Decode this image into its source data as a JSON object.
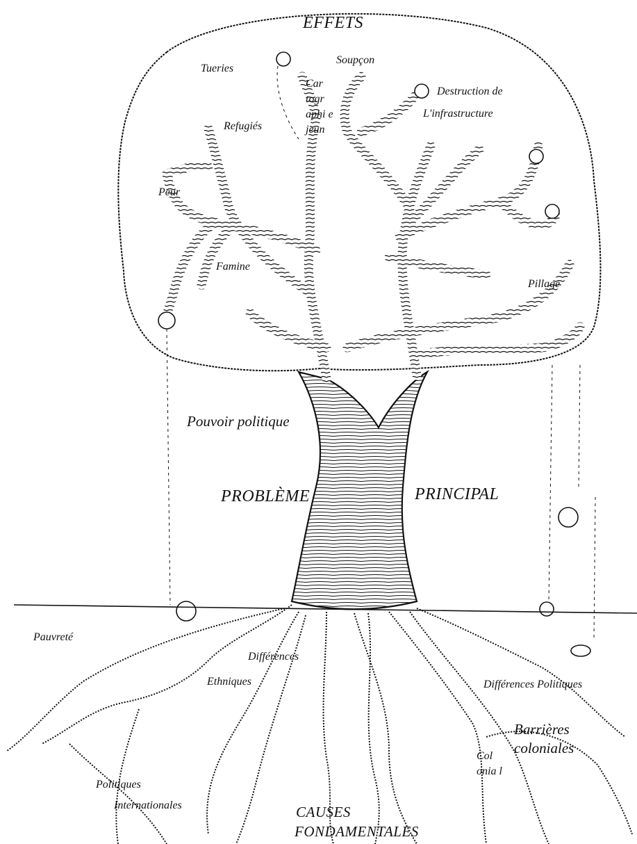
{
  "diagram": {
    "effects": {
      "title": "EFFETS",
      "items": {
        "tueries": "Tueries",
        "soupcon": "Soupçon",
        "refugies": "Refugiés",
        "cartographie": "Car togr aphi e jeun",
        "destruction_line1": "Destruction de",
        "destruction_line2": "L'infrastructure",
        "peur": "Peur",
        "famine": "Famine",
        "pillage": "Pillage"
      }
    },
    "problem": {
      "left": "PROBLÈME",
      "right": "PRINCIPAL"
    },
    "side": {
      "pouvoir": "Pouvoir politique",
      "pauvrete": "Pauvreté"
    },
    "causes": {
      "title_line1": "CAUSES",
      "title_line2": "FONDAMENTALES",
      "items": {
        "differences_ethniques_line1": "Différences",
        "differences_ethniques_line2": "Ethniques",
        "differences_politiques": "Différences Politiques",
        "barrieres_line1": "Barrières",
        "barrieres_line2": "coloniales",
        "colonial": "Col onia l",
        "politiques_line1": "Politiques",
        "politiques_line2": "Internationales"
      }
    },
    "colors": {
      "ink": "#111111",
      "paper": "#ffffff"
    }
  }
}
